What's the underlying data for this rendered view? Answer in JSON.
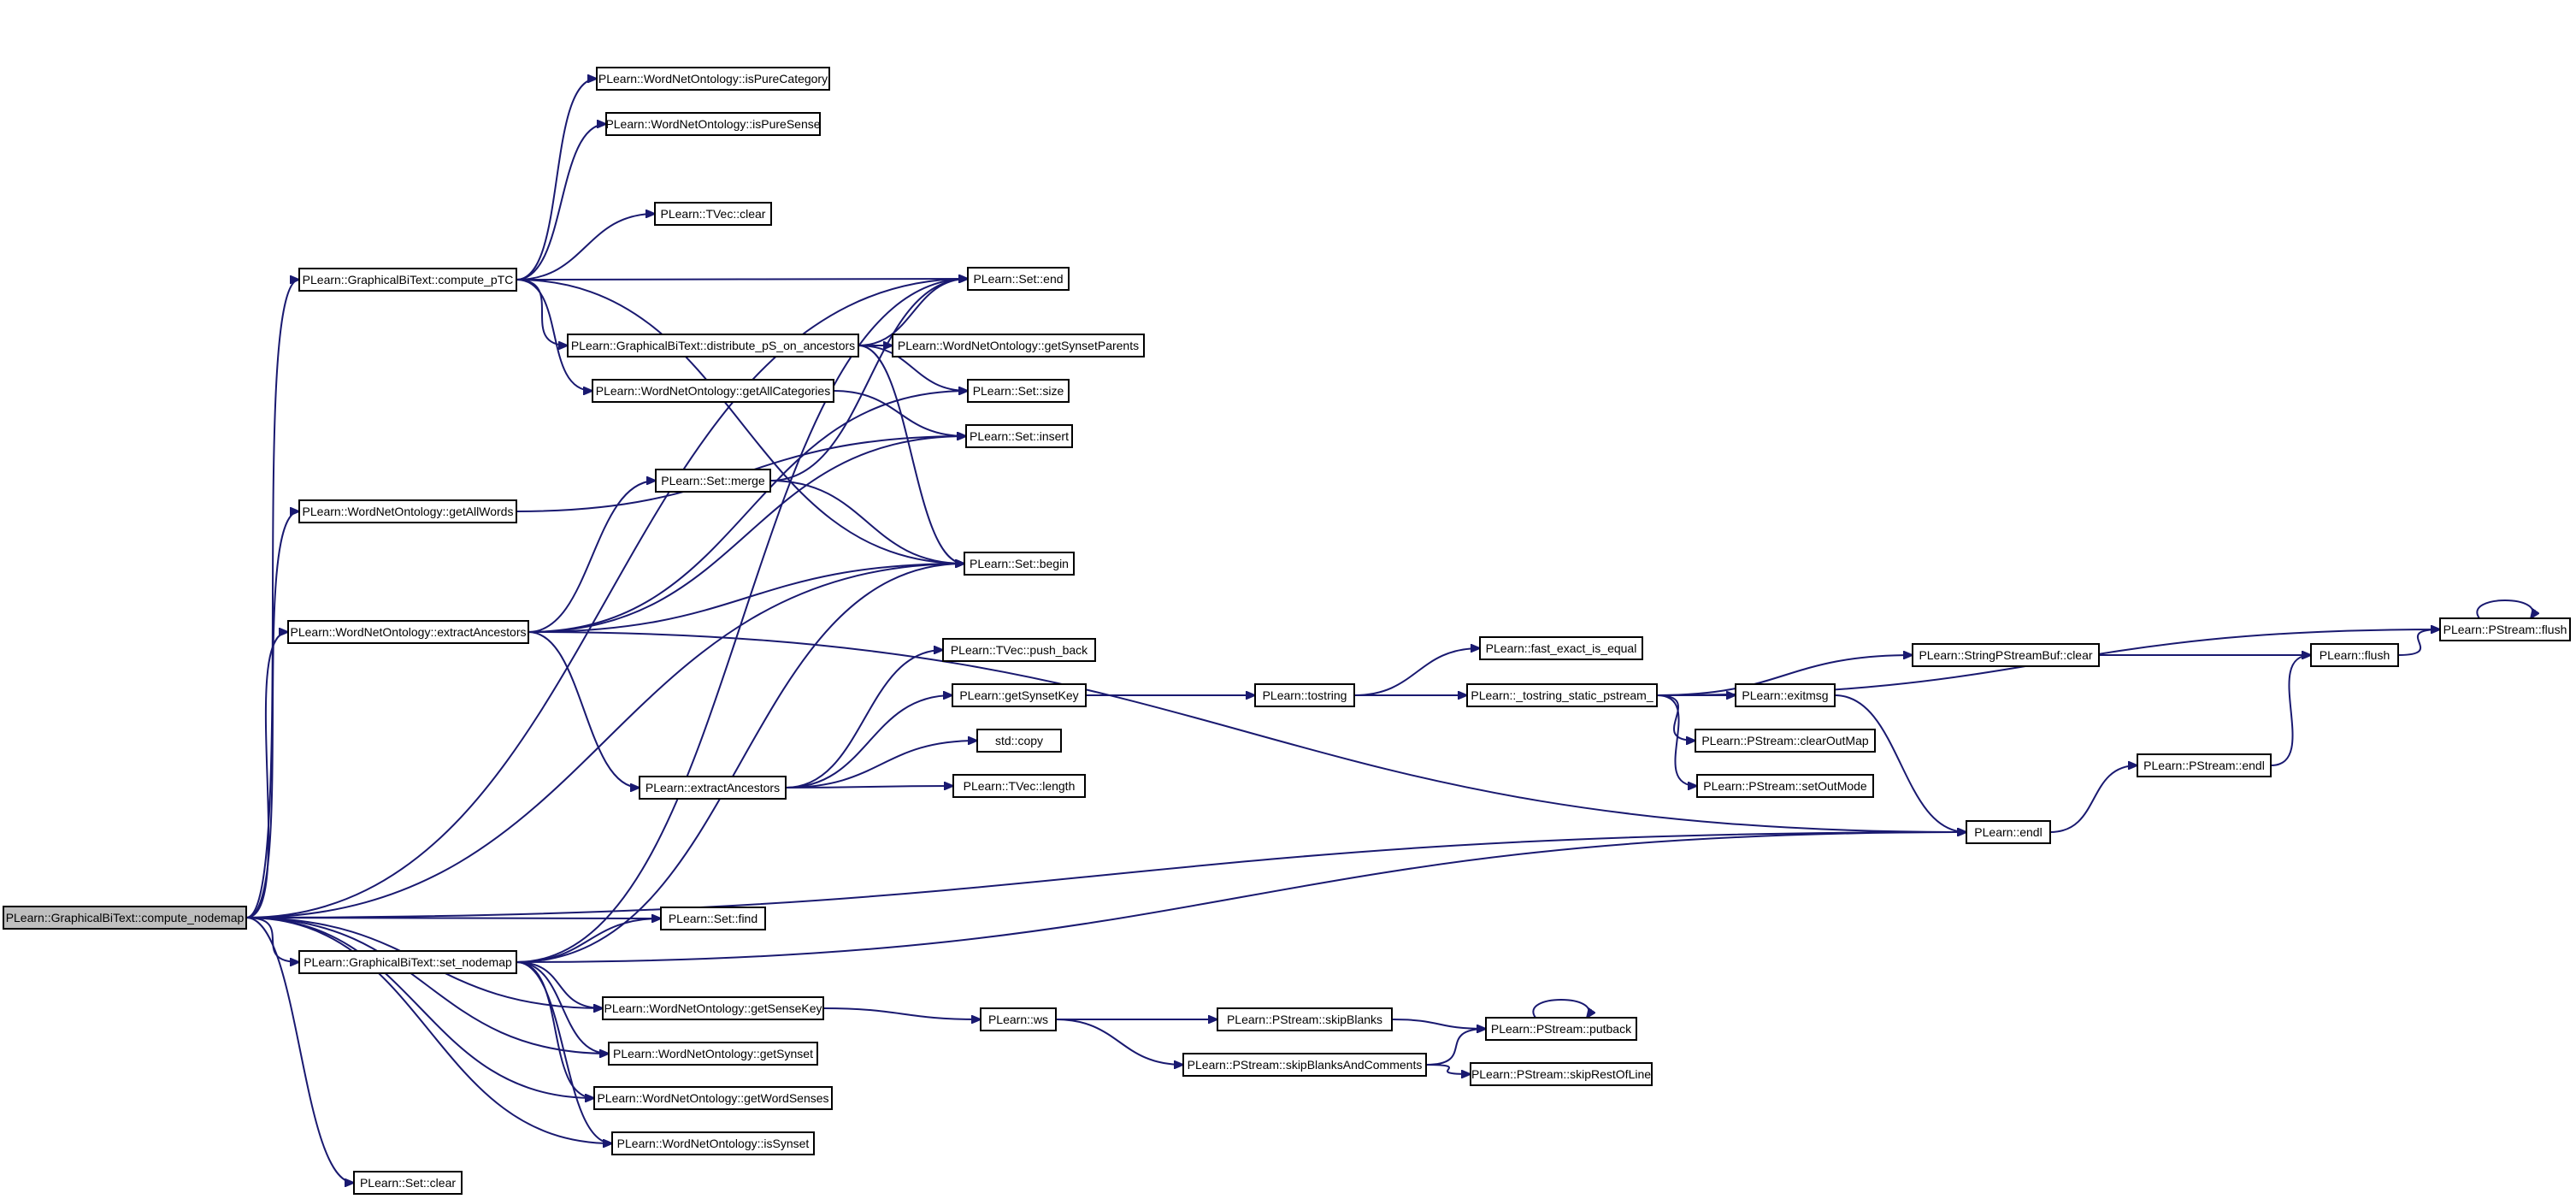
{
  "diagram": {
    "title": "",
    "colors": {
      "edge": "#191970",
      "node_border": "#000000",
      "root_fill": "#bfbfbf",
      "node_fill": "#ffffff"
    },
    "nodes": [
      {
        "id": "compute_nodemap",
        "label": "PLearn::GraphicalBiText::compute_nodemap"
      },
      {
        "id": "compute_pTC",
        "label": "PLearn::GraphicalBiText::compute_pTC"
      },
      {
        "id": "getAllWords",
        "label": "PLearn::WordNetOntology::getAllWords"
      },
      {
        "id": "extractAncestorsWN",
        "label": "PLearn::WordNetOntology::extractAncestors"
      },
      {
        "id": "set_nodemap",
        "label": "PLearn::GraphicalBiText::set_nodemap"
      },
      {
        "id": "set_clear",
        "label": "PLearn::Set::clear"
      },
      {
        "id": "isPureCategory",
        "label": "PLearn::WordNetOntology::isPureCategory"
      },
      {
        "id": "isPureSense",
        "label": "PLearn::WordNetOntology::isPureSense"
      },
      {
        "id": "tvec_clear",
        "label": "PLearn::TVec::clear"
      },
      {
        "id": "distribute",
        "label": "PLearn::GraphicalBiText::distribute_pS_on_ancestors"
      },
      {
        "id": "getAllCategories",
        "label": "PLearn::WordNetOntology::getAllCategories"
      },
      {
        "id": "set_merge",
        "label": "PLearn::Set::merge"
      },
      {
        "id": "extractAncestors",
        "label": "PLearn::extractAncestors"
      },
      {
        "id": "set_find",
        "label": "PLearn::Set::find"
      },
      {
        "id": "getSenseKey",
        "label": "PLearn::WordNetOntology::getSenseKey"
      },
      {
        "id": "getSynset",
        "label": "PLearn::WordNetOntology::getSynset"
      },
      {
        "id": "getWordSenses",
        "label": "PLearn::WordNetOntology::getWordSenses"
      },
      {
        "id": "isSynset",
        "label": "PLearn::WordNetOntology::isSynset"
      },
      {
        "id": "set_end",
        "label": "PLearn::Set::end"
      },
      {
        "id": "getSynsetParents",
        "label": "PLearn::WordNetOntology::getSynsetParents"
      },
      {
        "id": "set_size",
        "label": "PLearn::Set::size"
      },
      {
        "id": "set_insert",
        "label": "PLearn::Set::insert"
      },
      {
        "id": "set_begin",
        "label": "PLearn::Set::begin"
      },
      {
        "id": "push_back",
        "label": "PLearn::TVec::push_back"
      },
      {
        "id": "getSynsetKey",
        "label": "PLearn::getSynsetKey"
      },
      {
        "id": "std_copy",
        "label": "std::copy"
      },
      {
        "id": "tvec_length",
        "label": "PLearn::TVec::length"
      },
      {
        "id": "ws",
        "label": "PLearn::ws"
      },
      {
        "id": "tostring",
        "label": "PLearn::tostring"
      },
      {
        "id": "skipBlanks",
        "label": "PLearn::PStream::skipBlanks"
      },
      {
        "id": "skipBlanksAndComments",
        "label": "PLearn::PStream::skipBlanksAndComments"
      },
      {
        "id": "fast_exact",
        "label": "PLearn::fast_exact_is_equal"
      },
      {
        "id": "tostring_static",
        "label": "PLearn::_tostring_static_pstream_"
      },
      {
        "id": "putback",
        "label": "PLearn::PStream::putback"
      },
      {
        "id": "skipRestOfLine",
        "label": "PLearn::PStream::skipRestOfLine"
      },
      {
        "id": "exitmsg",
        "label": "PLearn::exitmsg"
      },
      {
        "id": "clearOutMap",
        "label": "PLearn::PStream::clearOutMap"
      },
      {
        "id": "setOutMode",
        "label": "PLearn::PStream::setOutMode"
      },
      {
        "id": "spsb_clear",
        "label": "PLearn::StringPStreamBuf::clear"
      },
      {
        "id": "endl",
        "label": "PLearn::endl"
      },
      {
        "id": "pstream_endl",
        "label": "PLearn::PStream::endl"
      },
      {
        "id": "flush",
        "label": "PLearn::flush"
      },
      {
        "id": "pstream_flush",
        "label": "PLearn::PStream::flush"
      }
    ],
    "edges": [
      [
        "compute_nodemap",
        "compute_pTC"
      ],
      [
        "compute_nodemap",
        "getAllWords"
      ],
      [
        "compute_nodemap",
        "extractAncestorsWN"
      ],
      [
        "compute_nodemap",
        "set_nodemap"
      ],
      [
        "compute_nodemap",
        "set_clear"
      ],
      [
        "compute_nodemap",
        "set_end"
      ],
      [
        "compute_nodemap",
        "set_begin"
      ],
      [
        "compute_nodemap",
        "set_find"
      ],
      [
        "compute_nodemap",
        "getSenseKey"
      ],
      [
        "compute_nodemap",
        "getSynset"
      ],
      [
        "compute_nodemap",
        "getWordSenses"
      ],
      [
        "compute_nodemap",
        "isSynset"
      ],
      [
        "compute_nodemap",
        "endl"
      ],
      [
        "compute_pTC",
        "isPureCategory"
      ],
      [
        "compute_pTC",
        "isPureSense"
      ],
      [
        "compute_pTC",
        "tvec_clear"
      ],
      [
        "compute_pTC",
        "set_end"
      ],
      [
        "compute_pTC",
        "distribute"
      ],
      [
        "compute_pTC",
        "getAllCategories"
      ],
      [
        "compute_pTC",
        "set_begin"
      ],
      [
        "distribute",
        "set_end"
      ],
      [
        "distribute",
        "getSynsetParents"
      ],
      [
        "distribute",
        "set_size"
      ],
      [
        "distribute",
        "set_begin"
      ],
      [
        "getAllCategories",
        "set_insert"
      ],
      [
        "getAllWords",
        "set_insert"
      ],
      [
        "set_merge",
        "set_end"
      ],
      [
        "set_merge",
        "set_begin"
      ],
      [
        "extractAncestorsWN",
        "set_merge"
      ],
      [
        "extractAncestorsWN",
        "set_size"
      ],
      [
        "extractAncestorsWN",
        "set_insert"
      ],
      [
        "extractAncestorsWN",
        "set_begin"
      ],
      [
        "extractAncestorsWN",
        "extractAncestors"
      ],
      [
        "extractAncestorsWN",
        "endl"
      ],
      [
        "extractAncestors",
        "push_back"
      ],
      [
        "extractAncestors",
        "getSynsetKey"
      ],
      [
        "extractAncestors",
        "std_copy"
      ],
      [
        "extractAncestors",
        "tvec_length"
      ],
      [
        "set_nodemap",
        "set_end"
      ],
      [
        "set_nodemap",
        "set_begin"
      ],
      [
        "set_nodemap",
        "set_find"
      ],
      [
        "set_nodemap",
        "getSenseKey"
      ],
      [
        "set_nodemap",
        "getSynset"
      ],
      [
        "set_nodemap",
        "getWordSenses"
      ],
      [
        "set_nodemap",
        "isSynset"
      ],
      [
        "set_nodemap",
        "endl"
      ],
      [
        "getSynsetKey",
        "tostring"
      ],
      [
        "tostring",
        "fast_exact"
      ],
      [
        "tostring",
        "tostring_static"
      ],
      [
        "tostring_static",
        "pstream_flush"
      ],
      [
        "tostring_static",
        "spsb_clear"
      ],
      [
        "tostring_static",
        "exitmsg"
      ],
      [
        "tostring_static",
        "clearOutMap"
      ],
      [
        "tostring_static",
        "setOutMode"
      ],
      [
        "spsb_clear",
        "flush"
      ],
      [
        "exitmsg",
        "endl"
      ],
      [
        "endl",
        "pstream_endl"
      ],
      [
        "pstream_endl",
        "flush"
      ],
      [
        "flush",
        "pstream_flush"
      ],
      [
        "pstream_flush",
        "pstream_flush"
      ],
      [
        "getSenseKey",
        "ws"
      ],
      [
        "ws",
        "skipBlanks"
      ],
      [
        "ws",
        "skipBlanksAndComments"
      ],
      [
        "skipBlanks",
        "putback"
      ],
      [
        "skipBlanksAndComments",
        "putback"
      ],
      [
        "skipBlanksAndComments",
        "skipRestOfLine"
      ],
      [
        "putback",
        "putback"
      ]
    ]
  }
}
